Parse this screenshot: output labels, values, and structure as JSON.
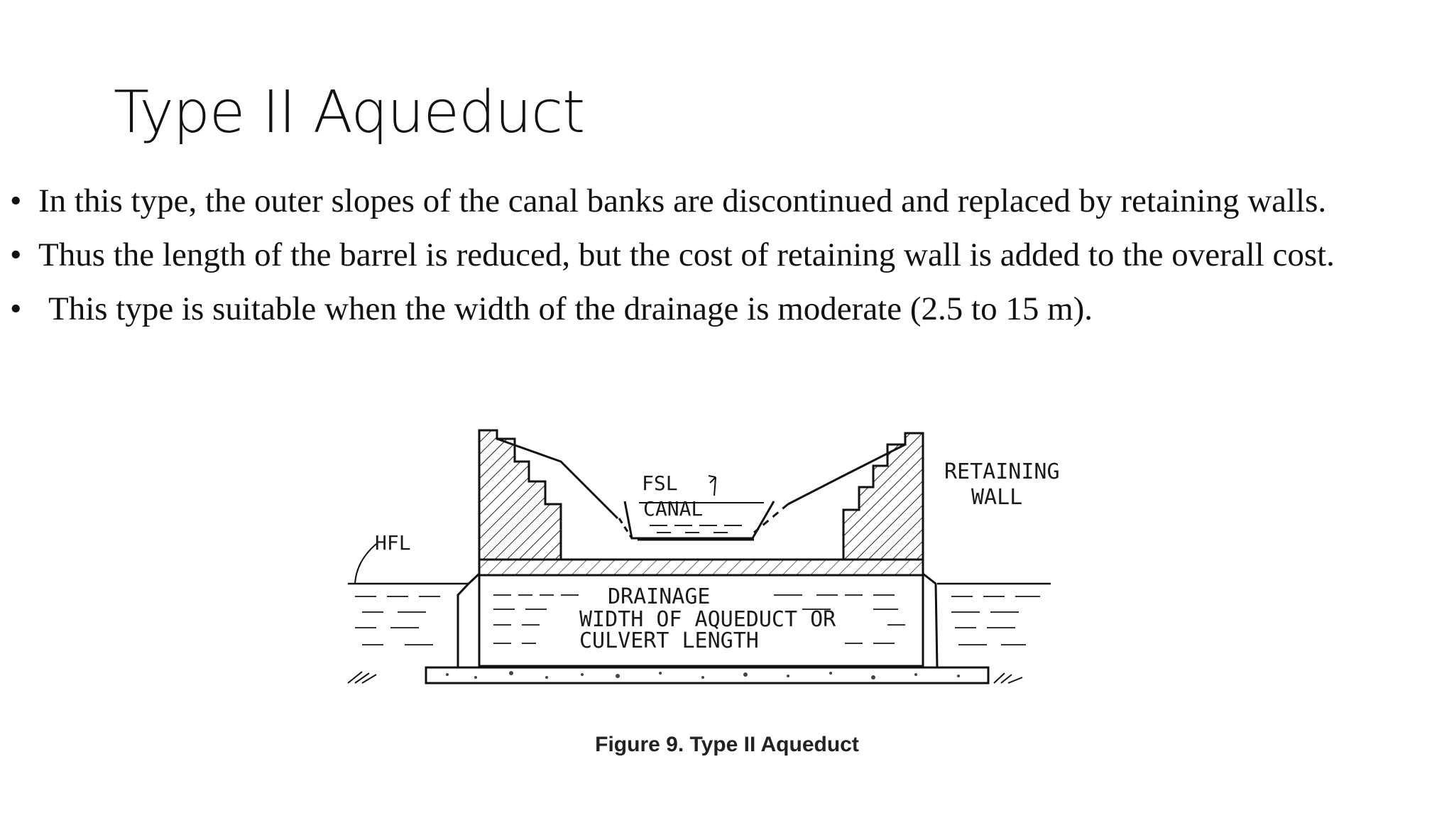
{
  "slide": {
    "title": "Type II Aqueduct",
    "bullets": [
      "In this type, the outer slopes of the canal banks are discontinued and replaced by retaining walls.",
      "Thus the length of the barrel is reduced, but the cost of retaining wall is added to the overall cost.",
      "This type is suitable when the width of the drainage is moderate (2.5 to 15 m)."
    ],
    "bullet_symbol": "•"
  },
  "figure": {
    "labels": {
      "fsl": "FSL",
      "canal": "CANAL",
      "hfl": "HFL",
      "retaining_line1": "RETAINING",
      "retaining_line2": "WALL",
      "drainage": "DRAINAGE",
      "width_line": "WIDTH OF AQUEDUCT OR",
      "culvert_line": "CULVERT LENGTH"
    },
    "caption": "Figure 9. Type II Aqueduct"
  }
}
